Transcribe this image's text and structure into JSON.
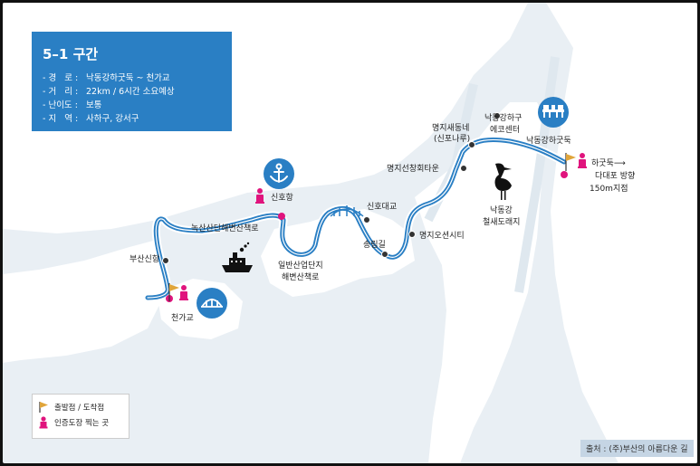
{
  "info": {
    "title": "5–1 구간",
    "rows": [
      {
        "key": "- 경   로 :",
        "value": "낙동강하굿둑 ~ 천가교"
      },
      {
        "key": "- 거   리 :",
        "value": "22km / 6시간 소요예상"
      },
      {
        "key": "- 난이도 :",
        "value": "보통"
      },
      {
        "key": "- 지   역 :",
        "value": "사하구, 강서구"
      }
    ]
  },
  "labels": {
    "hagutduk_dir_1": "하굿둑⟶",
    "hagutduk_dir_2": "다대포 방향",
    "hagutduk_dir_3": "150m지점",
    "nakdong_hagutduk": "낙동강하굿둑",
    "eco_center_1": "낙동강하구",
    "eco_center_2": "에코센터",
    "myeongji_1": "명지새동네",
    "myeongji_2": "(신포나루)",
    "myeongji_fish": "명지선창회타운",
    "bird_1": "낙동강",
    "bird_2": "철새도래지",
    "myeongji_ocean": "명지오션시티",
    "songrim": "송림길",
    "sinho_bridge": "신호대교",
    "sinho_port": "신호항",
    "ilban_1": "일반산업단지",
    "ilban_2": "해변산책로",
    "noksan": "녹산산단해변산책로",
    "busan_new_port": "부산신항",
    "cheonga": "천가교"
  },
  "legend": {
    "start_end": "출발점 / 도착점",
    "stamp": "인증도장 찍는 곳"
  },
  "source": "출처 : (주)부산의 아름다운 길",
  "colors": {
    "route": "#2a7fc4",
    "water": "#e9eff4",
    "land": "#ffffff",
    "stamp": "#e0147d",
    "flag": "#e0a53a",
    "icon_blue": "#2a7fc4"
  },
  "icons": [
    "anchor-icon",
    "bridge-icon",
    "pier-icon",
    "ship-icon",
    "heron-icon",
    "flag-icon",
    "stamp-icon"
  ]
}
